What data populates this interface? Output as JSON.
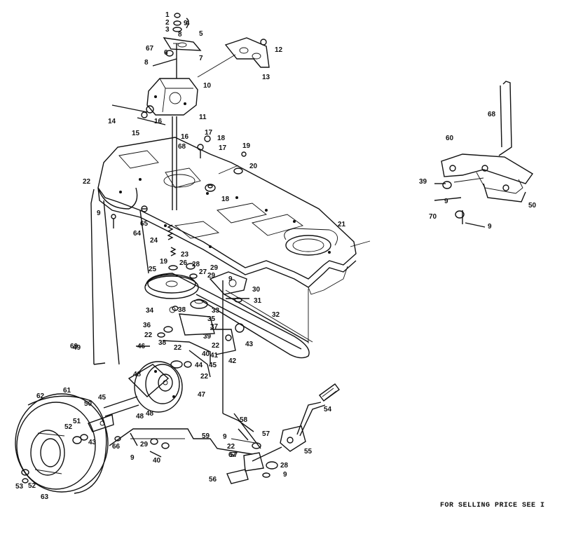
{
  "diagram": {
    "footer_note": "FOR SELLING PRICE SEE I",
    "labels": {
      "l1": "1",
      "l2": "2",
      "l3": "3",
      "l4": "4",
      "l5": "5",
      "l6": "6",
      "l7": "7",
      "l8": "8",
      "l9": "9",
      "l10": "10",
      "l11": "11",
      "l12": "12",
      "l13": "13",
      "l14": "14",
      "l15": "15",
      "l16": "16",
      "l17": "17",
      "l18": "18",
      "l19": "19",
      "l20": "20",
      "l21": "21",
      "l22": "22",
      "l23": "23",
      "l24": "24",
      "l25": "25",
      "l26": "26",
      "l27": "27",
      "l28": "28",
      "l29": "29",
      "l30": "30",
      "l31": "31",
      "l32": "32",
      "l33": "33",
      "l34": "34",
      "l35": "35",
      "l36": "36",
      "l37": "37",
      "l38": "38",
      "l39": "39",
      "l40": "40",
      "l41": "41",
      "l42": "42",
      "l43": "43",
      "l44": "44",
      "l45": "45",
      "l46": "46",
      "l47": "47",
      "l48": "48",
      "l49": "49",
      "l50": "50",
      "l51": "51",
      "l52": "52",
      "l53": "53",
      "l54": "54",
      "l55": "55",
      "l56": "56",
      "l57": "57",
      "l58": "58",
      "l59": "59",
      "l60": "60",
      "l61": "61",
      "l62": "62",
      "l63": "63",
      "l64": "64",
      "l65": "65",
      "l66": "66",
      "l67": "67",
      "l68": "68",
      "l69": "69",
      "l70": "70"
    }
  }
}
